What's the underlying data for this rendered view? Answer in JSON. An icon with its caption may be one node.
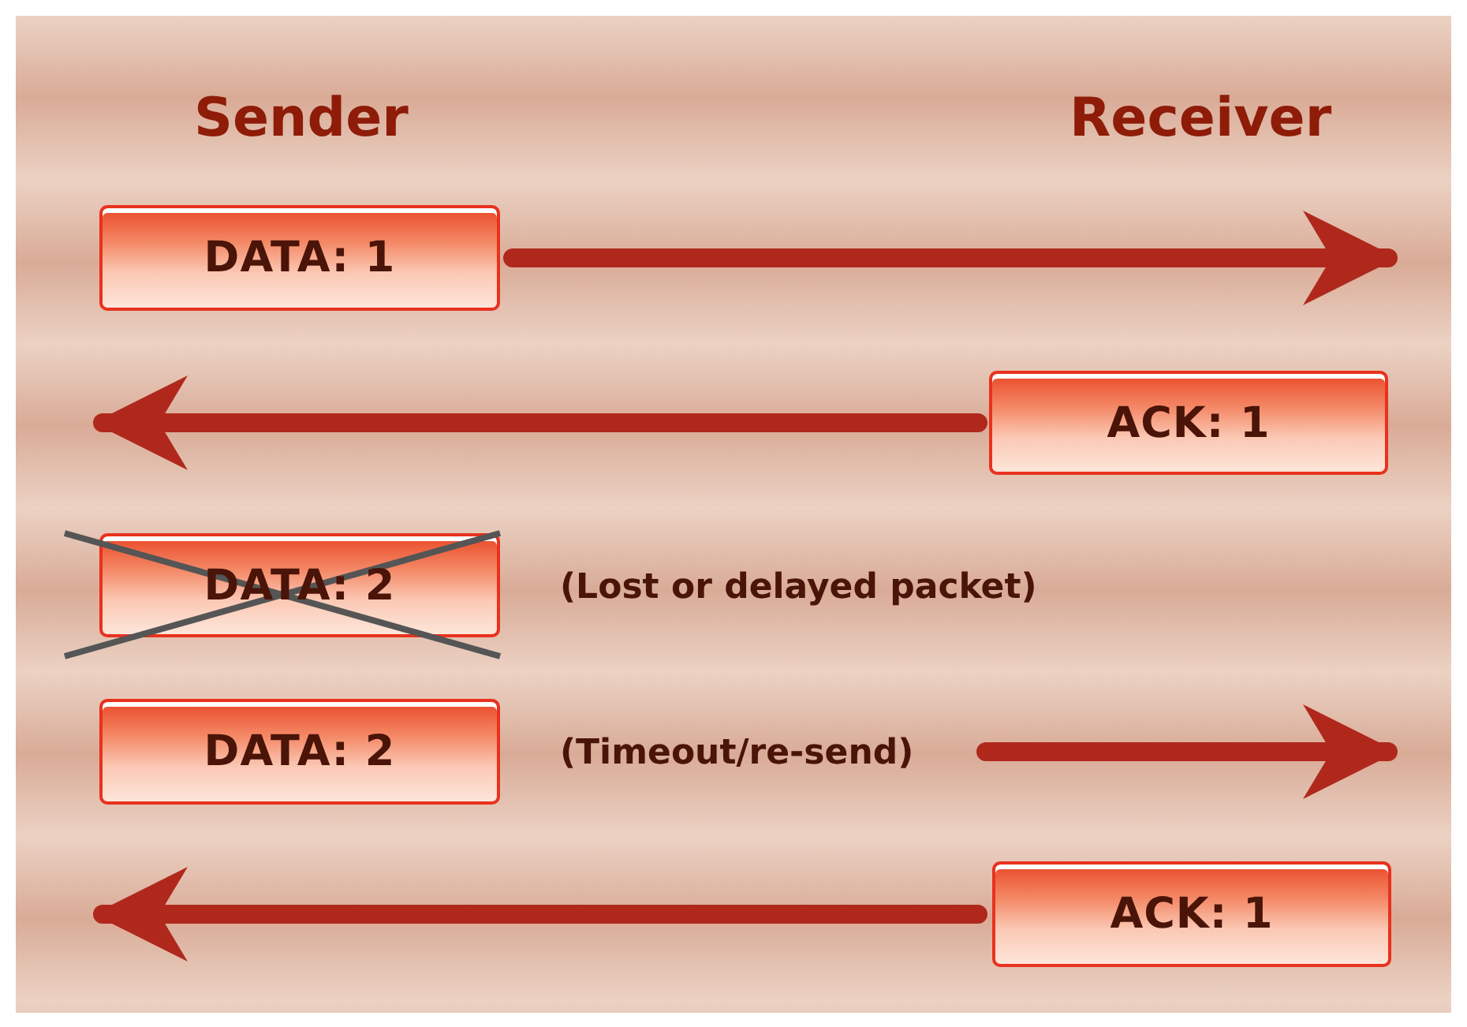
{
  "diagram": {
    "nodes": [
      {
        "text": [
          "DATA: 1"
        ]
      },
      {
        "text": [
          "ACK: 1"
        ]
      },
      {
        "text": [
          "DATA: 2"
        ],
        "beside": [
          "(Lost or delayed packet)"
        ]
      },
      {
        "text": [
          "DATA: 2"
        ],
        "beside": [
          "(Timeout/re-send)"
        ]
      },
      {
        "text": [
          "ACK: 1"
        ]
      }
    ],
    "edges": [
      {
        "from": 0,
        "to": null,
        "arrow": "to"
      },
      {
        "from": 1,
        "to": null,
        "arrow": "to"
      },
      {
        "from": 3,
        "to": null,
        "arrow": "to"
      },
      {
        "from": 4,
        "to": null,
        "arrow": "to"
      }
    ],
    "labels": [
      "Sender",
      "Receiver"
    ]
  }
}
